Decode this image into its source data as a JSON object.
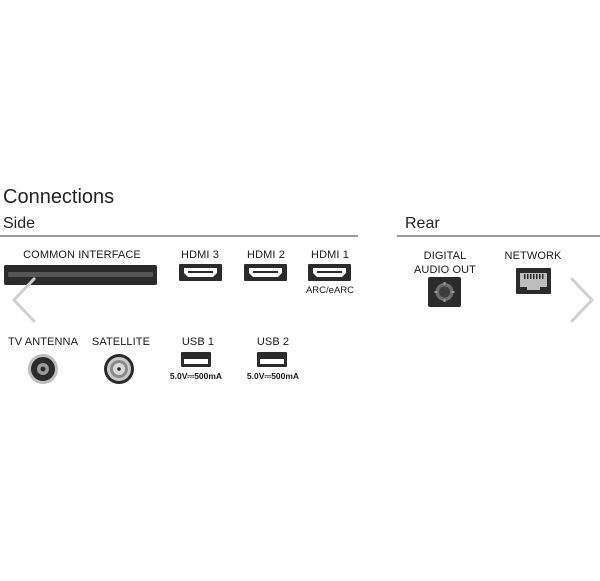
{
  "title": "Connections",
  "side": {
    "heading": "Side",
    "ports": {
      "common_interface": "COMMON INTERFACE",
      "hdmi3": "HDMI 3",
      "hdmi2": "HDMI 2",
      "hdmi1": "HDMI 1",
      "hdmi1_note": "ARC/eARC",
      "tv_antenna": "TV ANTENNA",
      "satellite": "SATELLITE",
      "usb1": "USB 1",
      "usb1_rating": "5.0V⎓500mA",
      "usb2": "USB 2",
      "usb2_rating": "5.0V⎓500mA"
    }
  },
  "rear": {
    "heading": "Rear",
    "ports": {
      "digital_audio_out_line1": "DIGITAL",
      "digital_audio_out_line2": "AUDIO OUT",
      "network": "NETWORK"
    }
  },
  "icons": {
    "prev": "chevron-left-icon",
    "next": "chevron-right-icon"
  },
  "colors": {
    "port_dark": "#2b2b2b",
    "rule": "#9a9a9a",
    "nav_arrow": "#cfcfcf"
  }
}
